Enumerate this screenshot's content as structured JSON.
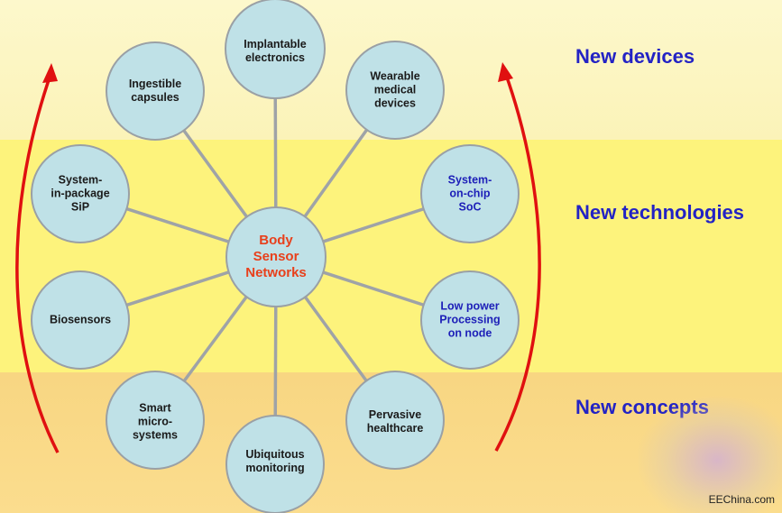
{
  "center": {
    "label": "Body\nSensor\nNetworks"
  },
  "nodes": [
    {
      "id": "implantable",
      "label": "Implantable\nelectronics",
      "color": "dark"
    },
    {
      "id": "wearable",
      "label": "Wearable\nmedical\ndevices",
      "color": "dark"
    },
    {
      "id": "soc",
      "label": "System-\non-chip\nSoC",
      "color": "blue"
    },
    {
      "id": "low-power",
      "label": "Low power\nProcessing\non node",
      "color": "blue"
    },
    {
      "id": "pervasive",
      "label": "Pervasive\nhealthcare",
      "color": "dark"
    },
    {
      "id": "ubiquitous",
      "label": "Ubiquitous\nmonitoring",
      "color": "dark"
    },
    {
      "id": "smart",
      "label": "Smart\nmicro-\nsystems",
      "color": "dark"
    },
    {
      "id": "biosensors",
      "label": "Biosensors",
      "color": "dark"
    },
    {
      "id": "sip",
      "label": "System-\nin-package\nSiP",
      "color": "dark"
    },
    {
      "id": "ingestible",
      "label": "Ingestible\ncapsules",
      "color": "dark"
    }
  ],
  "side_labels": {
    "devices": "New devices",
    "technologies": "New technologies",
    "concepts": "New concepts"
  },
  "watermark": "EEChina.com",
  "colors": {
    "arrow": "#e01010",
    "node_fill": "#bfe1e7",
    "center_text": "#e8401c",
    "side_text": "#2323c4"
  }
}
